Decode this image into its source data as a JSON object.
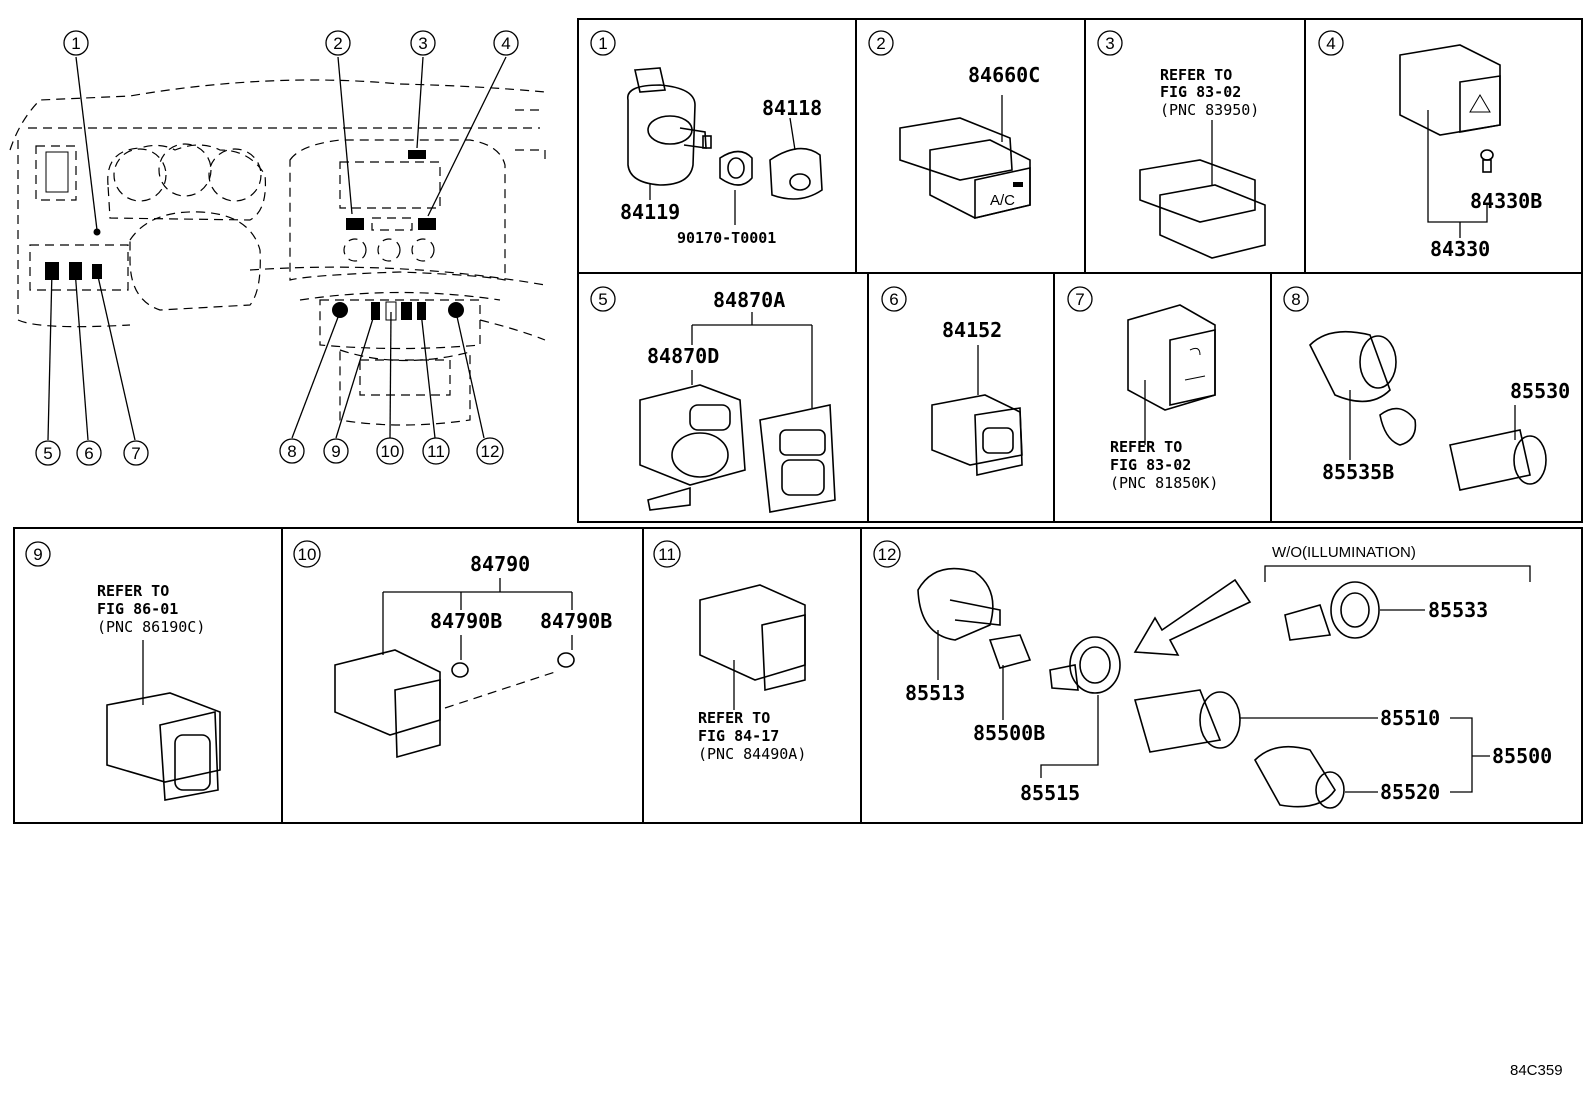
{
  "overview": {
    "callouts": [
      "1",
      "2",
      "3",
      "4",
      "5",
      "6",
      "7",
      "8",
      "9",
      "10",
      "11",
      "12"
    ]
  },
  "panels": [
    {
      "num": "1",
      "labels": [
        "84118",
        "84119",
        "90170-T0001"
      ]
    },
    {
      "num": "2",
      "labels": [
        "84660C"
      ],
      "switch_text": "A/C"
    },
    {
      "num": "3",
      "ref": [
        "REFER TO",
        "FIG 83-02",
        "(PNC 83950)"
      ]
    },
    {
      "num": "4",
      "labels": [
        "84330B",
        "84330"
      ]
    },
    {
      "num": "5",
      "labels": [
        "84870A",
        "84870D"
      ]
    },
    {
      "num": "6",
      "labels": [
        "84152"
      ]
    },
    {
      "num": "7",
      "ref": [
        "REFER TO",
        "FIG 83-02",
        "(PNC 81850K)"
      ]
    },
    {
      "num": "8",
      "labels": [
        "85530",
        "85535B"
      ]
    },
    {
      "num": "9",
      "ref": [
        "REFER TO",
        "FIG 86-01",
        "(PNC 86190C)"
      ]
    },
    {
      "num": "10",
      "labels": [
        "84790",
        "84790B",
        "84790B"
      ]
    },
    {
      "num": "11",
      "ref": [
        "REFER TO",
        "FIG 84-17",
        "(PNC 84490A)"
      ]
    },
    {
      "num": "12",
      "labels": [
        "85513",
        "85500B",
        "85515",
        "85533",
        "85510",
        "85500",
        "85520"
      ],
      "note": "W/O(ILLUMINATION)"
    }
  ],
  "figure_code": "84C359"
}
